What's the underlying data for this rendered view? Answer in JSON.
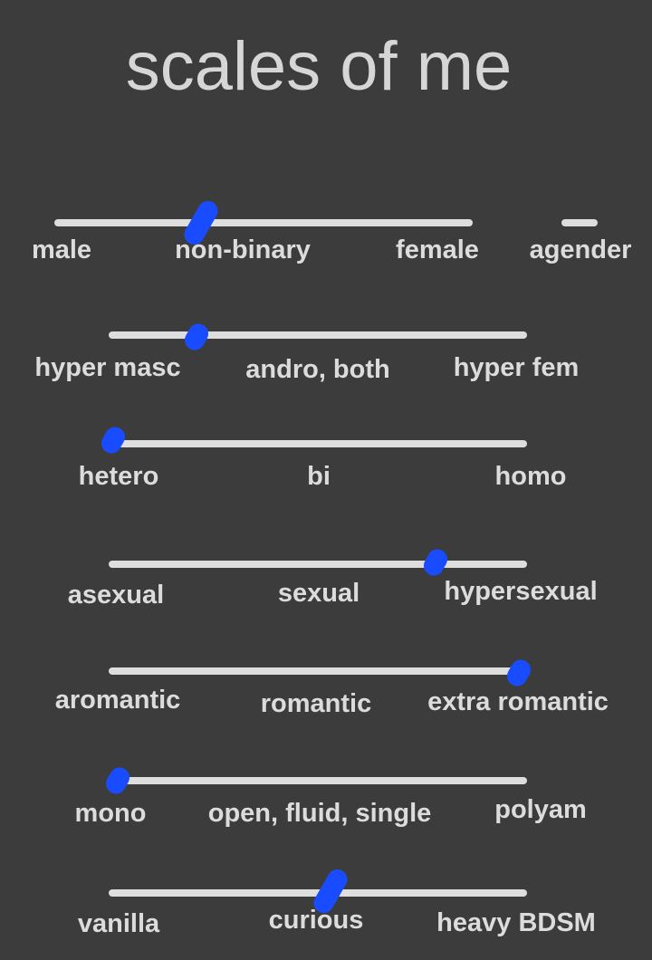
{
  "title": "scales of me",
  "mark_color": "#1a4cff",
  "scales": [
    {
      "labels": [
        "male",
        "non-binary",
        "female"
      ],
      "extra_label": "agender",
      "value": 0.34
    },
    {
      "labels": [
        "hyper masc",
        "andro, both",
        "hyper fem"
      ],
      "value": 0.2
    },
    {
      "labels": [
        "hetero",
        "bi",
        "homo"
      ],
      "value": 0.0
    },
    {
      "labels": [
        "asexual",
        "sexual",
        "hypersexual"
      ],
      "value": 0.77
    },
    {
      "labels": [
        "aromantic",
        "romantic",
        "extra romantic"
      ],
      "value": 0.97
    },
    {
      "labels": [
        "mono",
        "open, fluid, single",
        "polyam"
      ],
      "value": 0.01
    },
    {
      "labels": [
        "vanilla",
        "curious",
        "heavy BDSM"
      ],
      "value": 0.52
    }
  ]
}
